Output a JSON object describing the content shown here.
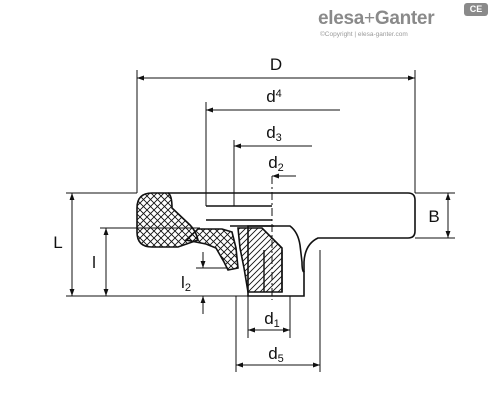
{
  "brand": {
    "name_left": "elesa",
    "plus": "+",
    "name_right": "Ganter",
    "copyright": "©Copyright | elesa-ganter.com",
    "mark": "CE"
  },
  "dimensions": {
    "D": {
      "base": "D",
      "sub": ""
    },
    "d4": {
      "base": "d",
      "sub": "4"
    },
    "d3": {
      "base": "d",
      "sub": "3"
    },
    "d2": {
      "base": "d",
      "sub": "2"
    },
    "d1": {
      "base": "d",
      "sub": "1"
    },
    "d5": {
      "base": "d",
      "sub": "5"
    },
    "L": {
      "base": "L",
      "sub": ""
    },
    "l": {
      "base": "l",
      "sub": ""
    },
    "l2": {
      "base": "l",
      "sub": "2"
    },
    "B": {
      "base": "B",
      "sub": ""
    }
  },
  "colors": {
    "line": "#111111",
    "hatch": "#111111",
    "brand": "#8a8a8a"
  }
}
